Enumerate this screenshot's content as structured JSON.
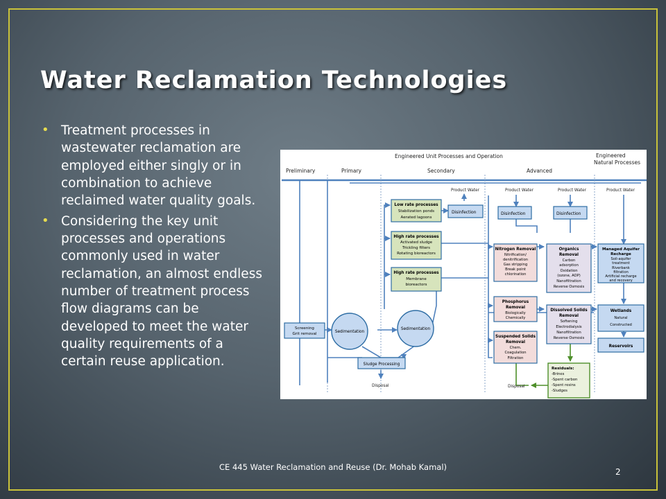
{
  "slide": {
    "title": "Water Reclamation Technologies",
    "bullets": [
      "Treatment processes in wastewater reclamation are employed either singly or in combination to achieve reclaimed water quality goals.",
      "Considering the key unit processes and operations commonly used in water reclamation, an almost endless number of treatment process flow diagrams can be developed to meet the water quality requirements of a certain reuse application."
    ],
    "footer": "CE 445 Water Reclamation and Reuse (Dr. Mohab Kamal)",
    "page_number": "2"
  },
  "diagram": {
    "header_engineered": "Engineered Unit Processes and Operation",
    "header_natural_1": "Engineered",
    "header_natural_2": "Natural Processes",
    "stages": {
      "preliminary": "Preliminary",
      "primary": "Primary",
      "secondary": "Secondary",
      "advanced": "Advanced"
    },
    "product_water": "Product Water",
    "disinfection": "Disinfection",
    "low_rate": [
      "Low rate processes",
      "Stabilization ponds",
      "Aerated lagoons"
    ],
    "high_rate_1": [
      "High rate processes",
      "Activated sludge",
      "Trickling filters",
      "Rotating bioreactors"
    ],
    "high_rate_2": [
      "High rate processes",
      "Membrane",
      "bioreactors"
    ],
    "nitrogen": [
      "Nitrogen Removal",
      "Nitrification/",
      "denitrification",
      "Gas stripping",
      "Break point",
      "chlorination"
    ],
    "organics": [
      "Organics",
      "Removal",
      "Carbon",
      "adsorption",
      "Oxidation",
      "(ozone, AOP)",
      "Nanofiltration",
      "Reverse Osmosis"
    ],
    "aquifer": [
      "Managed Aquifer",
      "Recharge",
      "Soil-aquifer",
      "treatment",
      "Riverbank",
      "filtration",
      "Artificial recharge",
      "and recovery"
    ],
    "phosphorus": [
      "Phosphorus",
      "Removal",
      "Biologically",
      "Chemically"
    ],
    "dissolved": [
      "Dissolved Solids",
      "Removal",
      "Softening",
      "Electrodialysis",
      "Nanofiltration",
      "Reverse Osmosis"
    ],
    "wetlands": [
      "Wetlands",
      "Natural",
      "Constructed"
    ],
    "suspended": [
      "Suspended Solids",
      "Removal",
      "Chem.",
      "Coagulation",
      "Filtration"
    ],
    "reservoirs": "Reservoirs",
    "screening": [
      "Screening",
      "Grit removal"
    ],
    "sedimentation": "Sedimentation",
    "sludge": "Sludge Processing",
    "disposal": "Disposal",
    "residuals": [
      "Residuals:",
      "-Brines",
      "-Spent carbon",
      "-Spent resins",
      "-Sludges"
    ],
    "colors": {
      "blue": "#4f81bd",
      "green_fill": "#d7e4bc",
      "red_fill": "#f2dcdb",
      "purple_fill": "#e4dfec",
      "blue_fill": "#c5d9f1",
      "border": "#2e6da4",
      "residual_border": "#4e8f2a"
    }
  }
}
